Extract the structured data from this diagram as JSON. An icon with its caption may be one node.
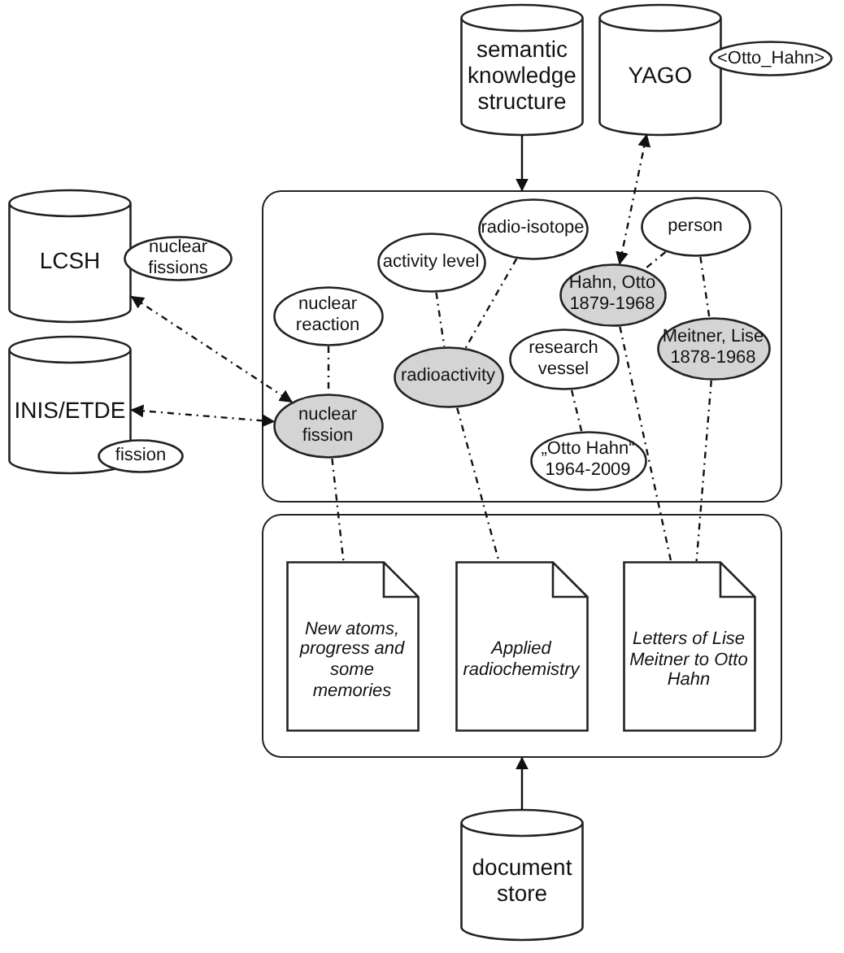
{
  "diagram": {
    "nodes": [
      {
        "text": [
          "semantic knowledge structure"
        ]
      },
      {
        "text": [
          "YAGO"
        ]
      },
      {
        "text": [
          "<Otto_Hahn>"
        ]
      },
      {
        "text": [
          "LCSH"
        ]
      },
      {
        "text": [
          "nuclear fissions"
        ]
      },
      {
        "text": [
          "INIS/ETDE"
        ]
      },
      {
        "text": [
          "fission"
        ]
      },
      {
        "text": [],
        "shape": "box"
      },
      {
        "text": [
          "radio-isotope"
        ],
        "in": 7
      },
      {
        "text": [
          "person"
        ],
        "in": 7
      },
      {
        "text": [
          "activity level"
        ],
        "in": 7
      },
      {
        "text": [
          "Hahn, Otto 1879-1968"
        ],
        "in": 7
      },
      {
        "text": [
          "nuclear reaction"
        ],
        "in": 7
      },
      {
        "text": [
          "Meitner, Lise 1878-1968"
        ],
        "in": 7
      },
      {
        "text": [
          "research vessel"
        ],
        "in": 7
      },
      {
        "text": [
          "radioactivity"
        ],
        "in": 7
      },
      {
        "text": [
          "nuclear fission"
        ],
        "in": 7
      },
      {
        "text": [
          "„Otto Hahn“ 1964-2009"
        ],
        "in": 7
      },
      {
        "text": [],
        "shape": "box"
      },
      {
        "text": [
          "New atoms, progress and some memories"
        ],
        "in": 18
      },
      {
        "text": [
          "Applied radiochemistry"
        ],
        "in": 18
      },
      {
        "text": [
          "Letters of Lise Meitner to Otto Hahn"
        ],
        "in": 18
      },
      {
        "text": [
          "document store"
        ]
      }
    ],
    "edges": [
      {
        "from": 0,
        "to": 7,
        "arrow": "to"
      },
      {
        "from": 1,
        "to": 11,
        "arrow": "both",
        "style": "dashed"
      },
      {
        "from": 3,
        "to": 16,
        "arrow": "both",
        "style": "dashed"
      },
      {
        "from": 5,
        "to": 16,
        "arrow": "both",
        "style": "dashed"
      },
      {
        "from": 22,
        "to": 18,
        "arrow": "to"
      },
      {
        "from": 12,
        "to": 16,
        "arrow": "none",
        "style": "dashed"
      },
      {
        "from": 10,
        "to": 15,
        "arrow": "none",
        "style": "dashed"
      },
      {
        "from": 8,
        "to": 15,
        "arrow": "none",
        "style": "dashed"
      },
      {
        "from": 9,
        "to": 11,
        "arrow": "none",
        "style": "dashed"
      },
      {
        "from": 9,
        "to": 13,
        "arrow": "none",
        "style": "dashed"
      },
      {
        "from": 14,
        "to": 17,
        "arrow": "none",
        "style": "dashed"
      },
      {
        "from": 16,
        "to": 19,
        "arrow": "none",
        "style": "dashed"
      },
      {
        "from": 15,
        "to": 20,
        "arrow": "none",
        "style": "dashed"
      },
      {
        "from": 11,
        "to": 21,
        "arrow": "none",
        "style": "dashed"
      },
      {
        "from": 13,
        "to": 21,
        "arrow": "none",
        "style": "dashed"
      }
    ]
  }
}
